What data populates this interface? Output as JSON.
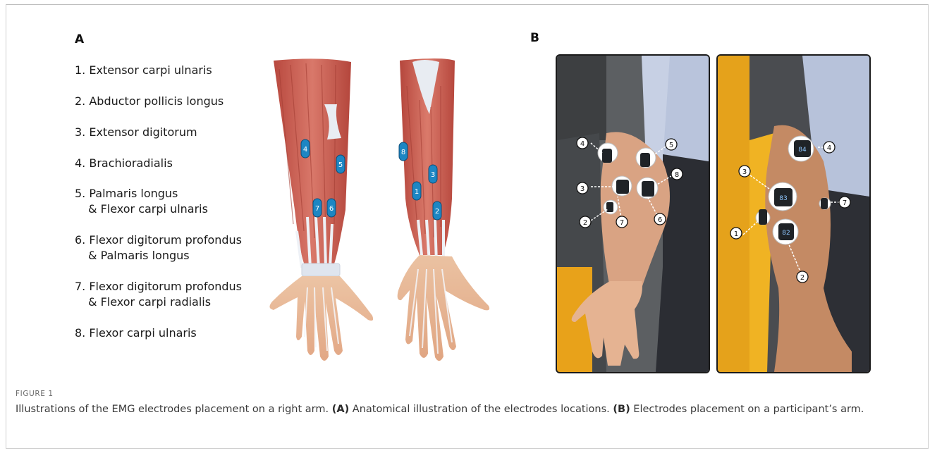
{
  "panels": {
    "a_label": "A",
    "b_label": "B"
  },
  "muscles": [
    {
      "line1": "1. Extensor carpi ulnaris",
      "line2": ""
    },
    {
      "line1": "2. Abductor pollicis longus",
      "line2": ""
    },
    {
      "line1": "3. Extensor digitorum",
      "line2": ""
    },
    {
      "line1": "4. Brachioradialis",
      "line2": ""
    },
    {
      "line1": "5. Palmaris longus",
      "line2": "& Flexor carpi ulnaris"
    },
    {
      "line1": "6. Flexor digitorum profondus",
      "line2": "& Palmaris longus"
    },
    {
      "line1": "7. Flexor digitorum profondus",
      "line2": "& Flexor carpi radialis"
    },
    {
      "line1": "8. Flexor carpi ulnaris",
      "line2": ""
    }
  ],
  "anatomy_markers": {
    "palmar": [
      "4",
      "5",
      "7",
      "6"
    ],
    "dorsal": [
      "8",
      "3",
      "1",
      "2"
    ]
  },
  "photo_callouts": {
    "left": [
      "4",
      "5",
      "3",
      "8",
      "2",
      "7",
      "6"
    ],
    "right": [
      "4",
      "3",
      "7",
      "1",
      "2"
    ]
  },
  "electrode_codes": {
    "e1": "84",
    "e2": "83",
    "e3": "82"
  },
  "figure": {
    "label": "FIGURE 1",
    "caption_main": "Illustrations of the EMG electrodes placement on a right arm. ",
    "caption_a_tag": "(A)",
    "caption_a_text": " Anatomical illustration of the electrodes locations. ",
    "caption_b_tag": "(B)",
    "caption_b_text": " Electrodes placement on a participant’s arm."
  },
  "colors": {
    "marker_blue": "#1d86c3",
    "muscle_red": "#c85a4e",
    "tendon": "#e8ecf2",
    "skin": "#e7b48e",
    "chair_yellow": "#f2b51e"
  }
}
